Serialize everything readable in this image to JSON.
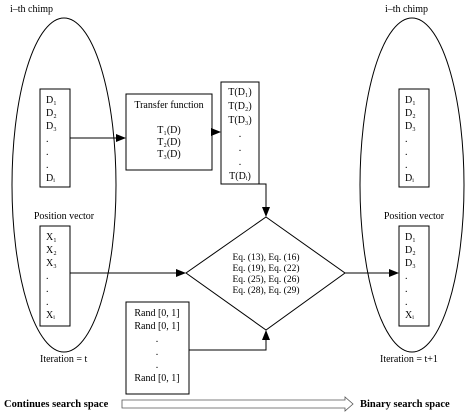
{
  "left": {
    "title": "i–th chimp",
    "d_items": [
      "D₁",
      "D₂",
      "D₃",
      ".",
      ".",
      ".",
      "Dᵢ"
    ],
    "position_label": "Position vector",
    "x_items": [
      "X₁",
      "X₂",
      "X₃",
      ".",
      ".",
      ".",
      "Xᵢ"
    ],
    "iteration": "Iteration = t"
  },
  "transfer": {
    "title": "Transfer function",
    "items": [
      "T₁(D)",
      "T₂(D)",
      "T₃(D)"
    ]
  },
  "t_items": [
    "T(D₁)",
    "T(D₂)",
    "T(D₃)",
    ".",
    ".",
    ".",
    "T(Dᵢ)"
  ],
  "equations": [
    "Eq. (13), Eq. (16)",
    "Eq. (19), Eq. (22)",
    "Eq. (25), Eq. (26)",
    "Eq. (28), Eq. (29)"
  ],
  "rand_items": [
    "Rand [0, 1]",
    "Rand [0, 1]",
    ".",
    ".",
    ".",
    "Rand [0, 1]"
  ],
  "right": {
    "title": "i–th chimp",
    "d_items": [
      "D₁",
      "D₂",
      "D₃",
      ".",
      ".",
      ".",
      "Dᵢ"
    ],
    "position_label": "Position vector",
    "x_items": [
      "D₁",
      "D₂",
      "D₃",
      ".",
      ".",
      ".",
      "Xᵢ"
    ],
    "iteration": "Iteration = t+1"
  },
  "footer": {
    "left_label": "Continues search space",
    "right_label": "Binary search space"
  }
}
